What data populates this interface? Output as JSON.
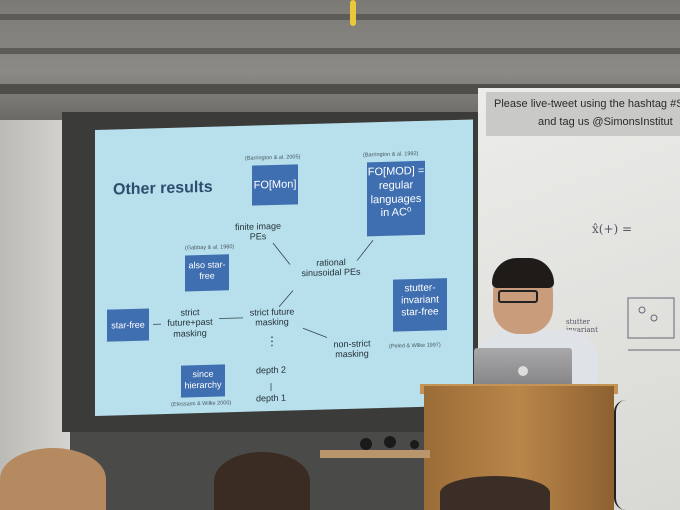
{
  "slide": {
    "title": "Other results",
    "boxes": {
      "fo_mon": "FO[Mon]",
      "fo_mod": "FO[MOD] = regular languages in AC⁰",
      "also_star_free": "also star-free",
      "star_free": "star-free",
      "stutter": "stutter-invariant star-free",
      "since_hierarchy": "since hierarchy"
    },
    "labels": {
      "finite_image": "finite image PEs",
      "rational": "rational sinusoidal PEs",
      "strict_future_past": "strict future+past masking",
      "strict_future": "strict future masking",
      "non_strict": "non-strict masking",
      "depth2": "depth 2",
      "depth1": "depth 1",
      "dots": "⋮"
    },
    "citations": {
      "barrington2005": "(Barrington & al. 2005)",
      "barrington1992": "(Barrington & al. 1992)",
      "gabbay": "(Gabbay & al. 1980)",
      "peled": "(Peled & Wilke 1997)",
      "etessami": "(Etessami & Wilke 2000)"
    }
  },
  "notice": {
    "line1": "Please live-tweet using the hashtag #S",
    "line2": "and tag us @SimonsInstitut"
  },
  "whiteboard": {
    "formula": "x̂(+) =",
    "stutter_note": "stutter invariant"
  },
  "colors": {
    "slide_bg": "#b7dfec",
    "box_blue": "#3f6fb0",
    "podium": "#b9864a"
  }
}
